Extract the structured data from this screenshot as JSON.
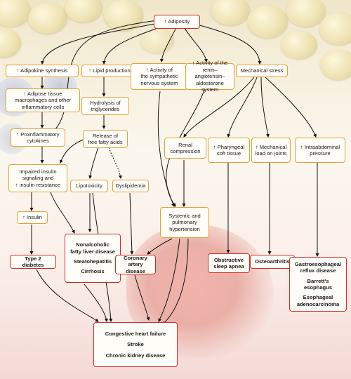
{
  "nodes": {
    "adiposity": "↑ Adiposity",
    "adipokine": "↑ Adipokine synthesis",
    "lipid_production": "↑ Lipid production",
    "sympathetic": "↑ Activity of\nthe sympathetic\nnervous system",
    "raas": "↑ Activity of the\nrenin–angiotensin–\naldosterone system",
    "mechanical_stress": "Mechanical stress",
    "macrophages": "↑ Adipose tissue\nmacrophages and other\ninflammatory cells",
    "hydrolysis": "Hydrolysis of\ntriglycerides",
    "cytokines": "↑ Proinflammatory\ncytokines",
    "ffa": "Release of\nfree fatty acids",
    "insulin_resistance": "Impaired insulin\nsignaling and\n↑ insulin resistance",
    "lipotoxicity": "Lipotoxicity",
    "dyslipidemia": "Dyslipidemia",
    "renal_compression": "Renal\ncompression",
    "pharyngeal": "↑ Pharyngeal\nsoft tissue",
    "joints": "↑ Mechanical\nload on joints",
    "abdominal_pressure": "↑ Intraabdominal\npressure",
    "insulin": "↑ Insulin",
    "hypertension": "Systemic and\npulmonary\nhypertension",
    "t2d": "Type 2 diabetes",
    "liver": [
      "Nonalcoholic\nfatty liver disease",
      "Steatohepatitis",
      "Cirrhosis"
    ],
    "cad": "Coronary\nartery disease",
    "osa": "Obstructive\nsleep apnea",
    "oa": "Osteoarthritis",
    "gi": [
      "Gastroesophageal\nreflux disease",
      "Barrett's esophagus",
      "Esophageal\nadenocarcinoma"
    ],
    "cardio_renal": [
      "Congestive heart failure",
      "Stroke",
      "Chronic kidney disease"
    ]
  },
  "colors": {
    "box_border": "#e2a23a",
    "outcome_border": "#cf2f2a",
    "arrow": "#111111"
  }
}
